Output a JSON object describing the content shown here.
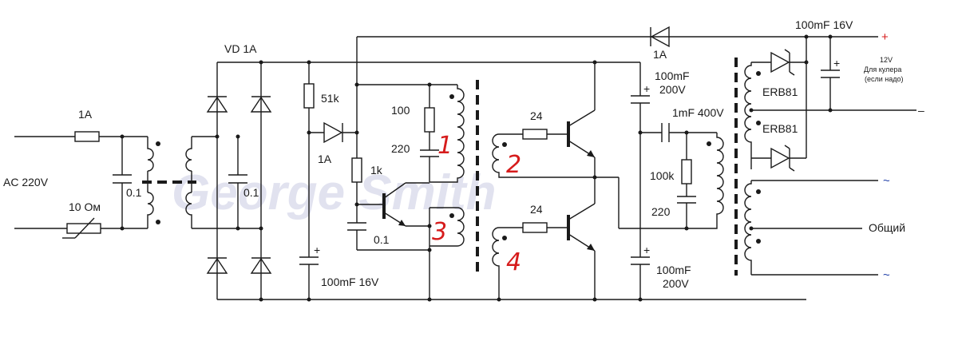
{
  "watermark": "George Smith",
  "labels": {
    "fuse_main": "1A",
    "mains": "AC 220V",
    "thermistor": "10 Ом",
    "cap_in1": "0.1",
    "cap_in2": "0.1",
    "bridge": "VD 1A",
    "r_start": "51k",
    "diode_start": "1A",
    "r_base": "1k",
    "cap_base": "0.1",
    "r_100": "100",
    "c_220": "220",
    "cap_lv": "100mF 16V",
    "r_24a": "24",
    "r_24b": "24",
    "cap_top": "100mF\n200V",
    "cap_bot": "100mF\n200V",
    "cap_1mf": "1mF 400V",
    "r_100k": "100k",
    "c_220b": "220",
    "diode_out": "1A",
    "cap_out": "100mF 16V",
    "erb_top": "ERB81",
    "erb_bot": "ERB81",
    "plus": "+",
    "v12": "12V",
    "fan1": "Для кулера",
    "fan2": "(если надо)",
    "minus": "–",
    "tilde1": "~",
    "tilde2": "~",
    "common": "Общий",
    "n1": "1",
    "n2": "2",
    "n3": "3",
    "n4": "4"
  },
  "colors": {
    "wire": "#1a1a1a",
    "annotation": "#d61c1c",
    "tilde": "#1f3fa8",
    "plus": "#d61c1c"
  }
}
